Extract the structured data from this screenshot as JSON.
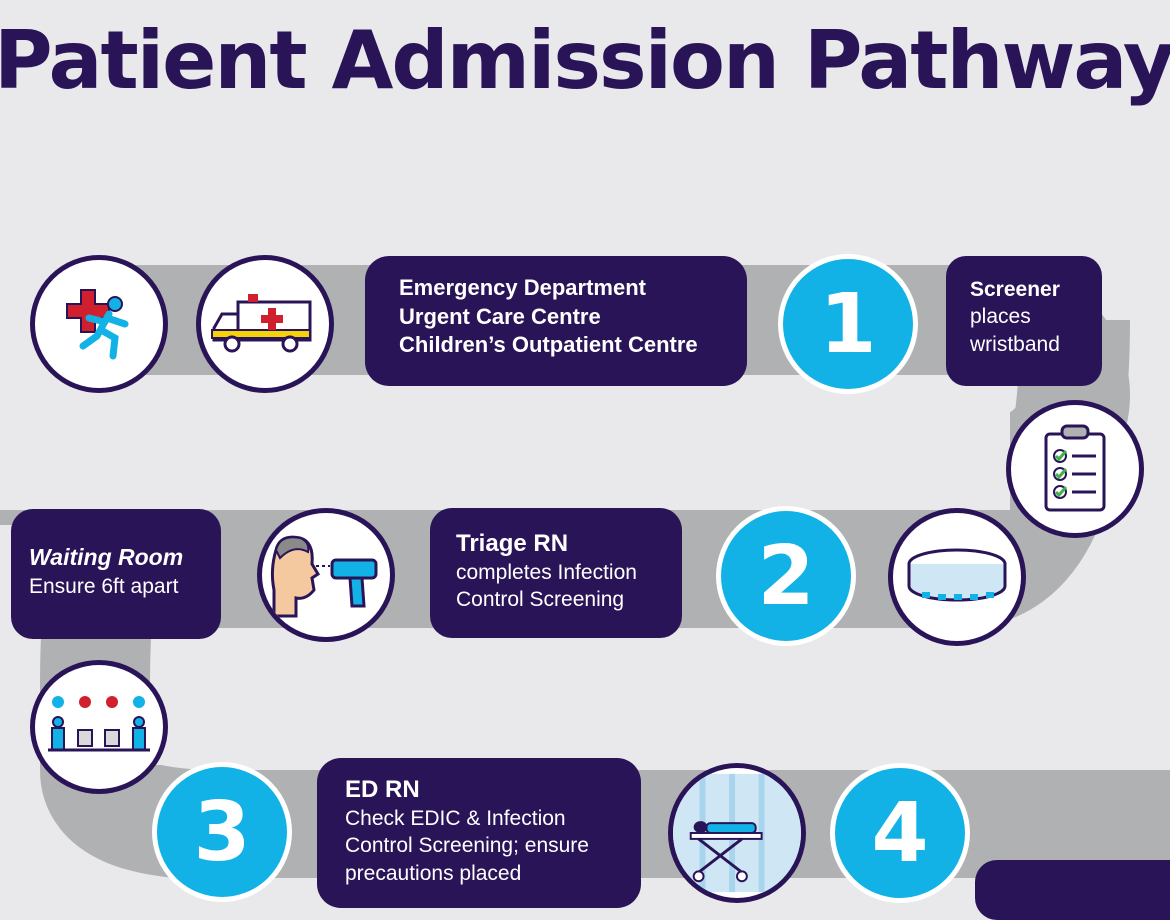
{
  "title": "Patient Admission Pathway",
  "steps": [
    {
      "number": "1",
      "role": "Screener",
      "text": [
        "places",
        "wristband"
      ]
    },
    {
      "number": "2",
      "role": "Triage RN",
      "text": [
        "completes Infection",
        "Control Screening"
      ]
    },
    {
      "number": "3",
      "role": "ED RN",
      "text": [
        "Check EDIC & Infection",
        "Control Screening; ensure",
        "precautions placed"
      ]
    },
    {
      "number": "4"
    }
  ],
  "entry_points": [
    "Emergency Department",
    "Urgent Care Centre",
    "Children’s Outpatient Centre"
  ],
  "waiting_room": {
    "title": "Waiting Room",
    "text": "Ensure 6ft apart"
  },
  "icons": [
    "medical-cross-running-person-icon",
    "ambulance-icon",
    "clipboard-checklist-icon",
    "wristband-icon",
    "thermometer-gun-icon",
    "waiting-room-seats-icon",
    "stretcher-bed-icon"
  ],
  "colors": {
    "navy": "#2a1458",
    "cyan": "#13b2e6",
    "road": "#b0b1b2",
    "background": "#e9e8ea"
  }
}
